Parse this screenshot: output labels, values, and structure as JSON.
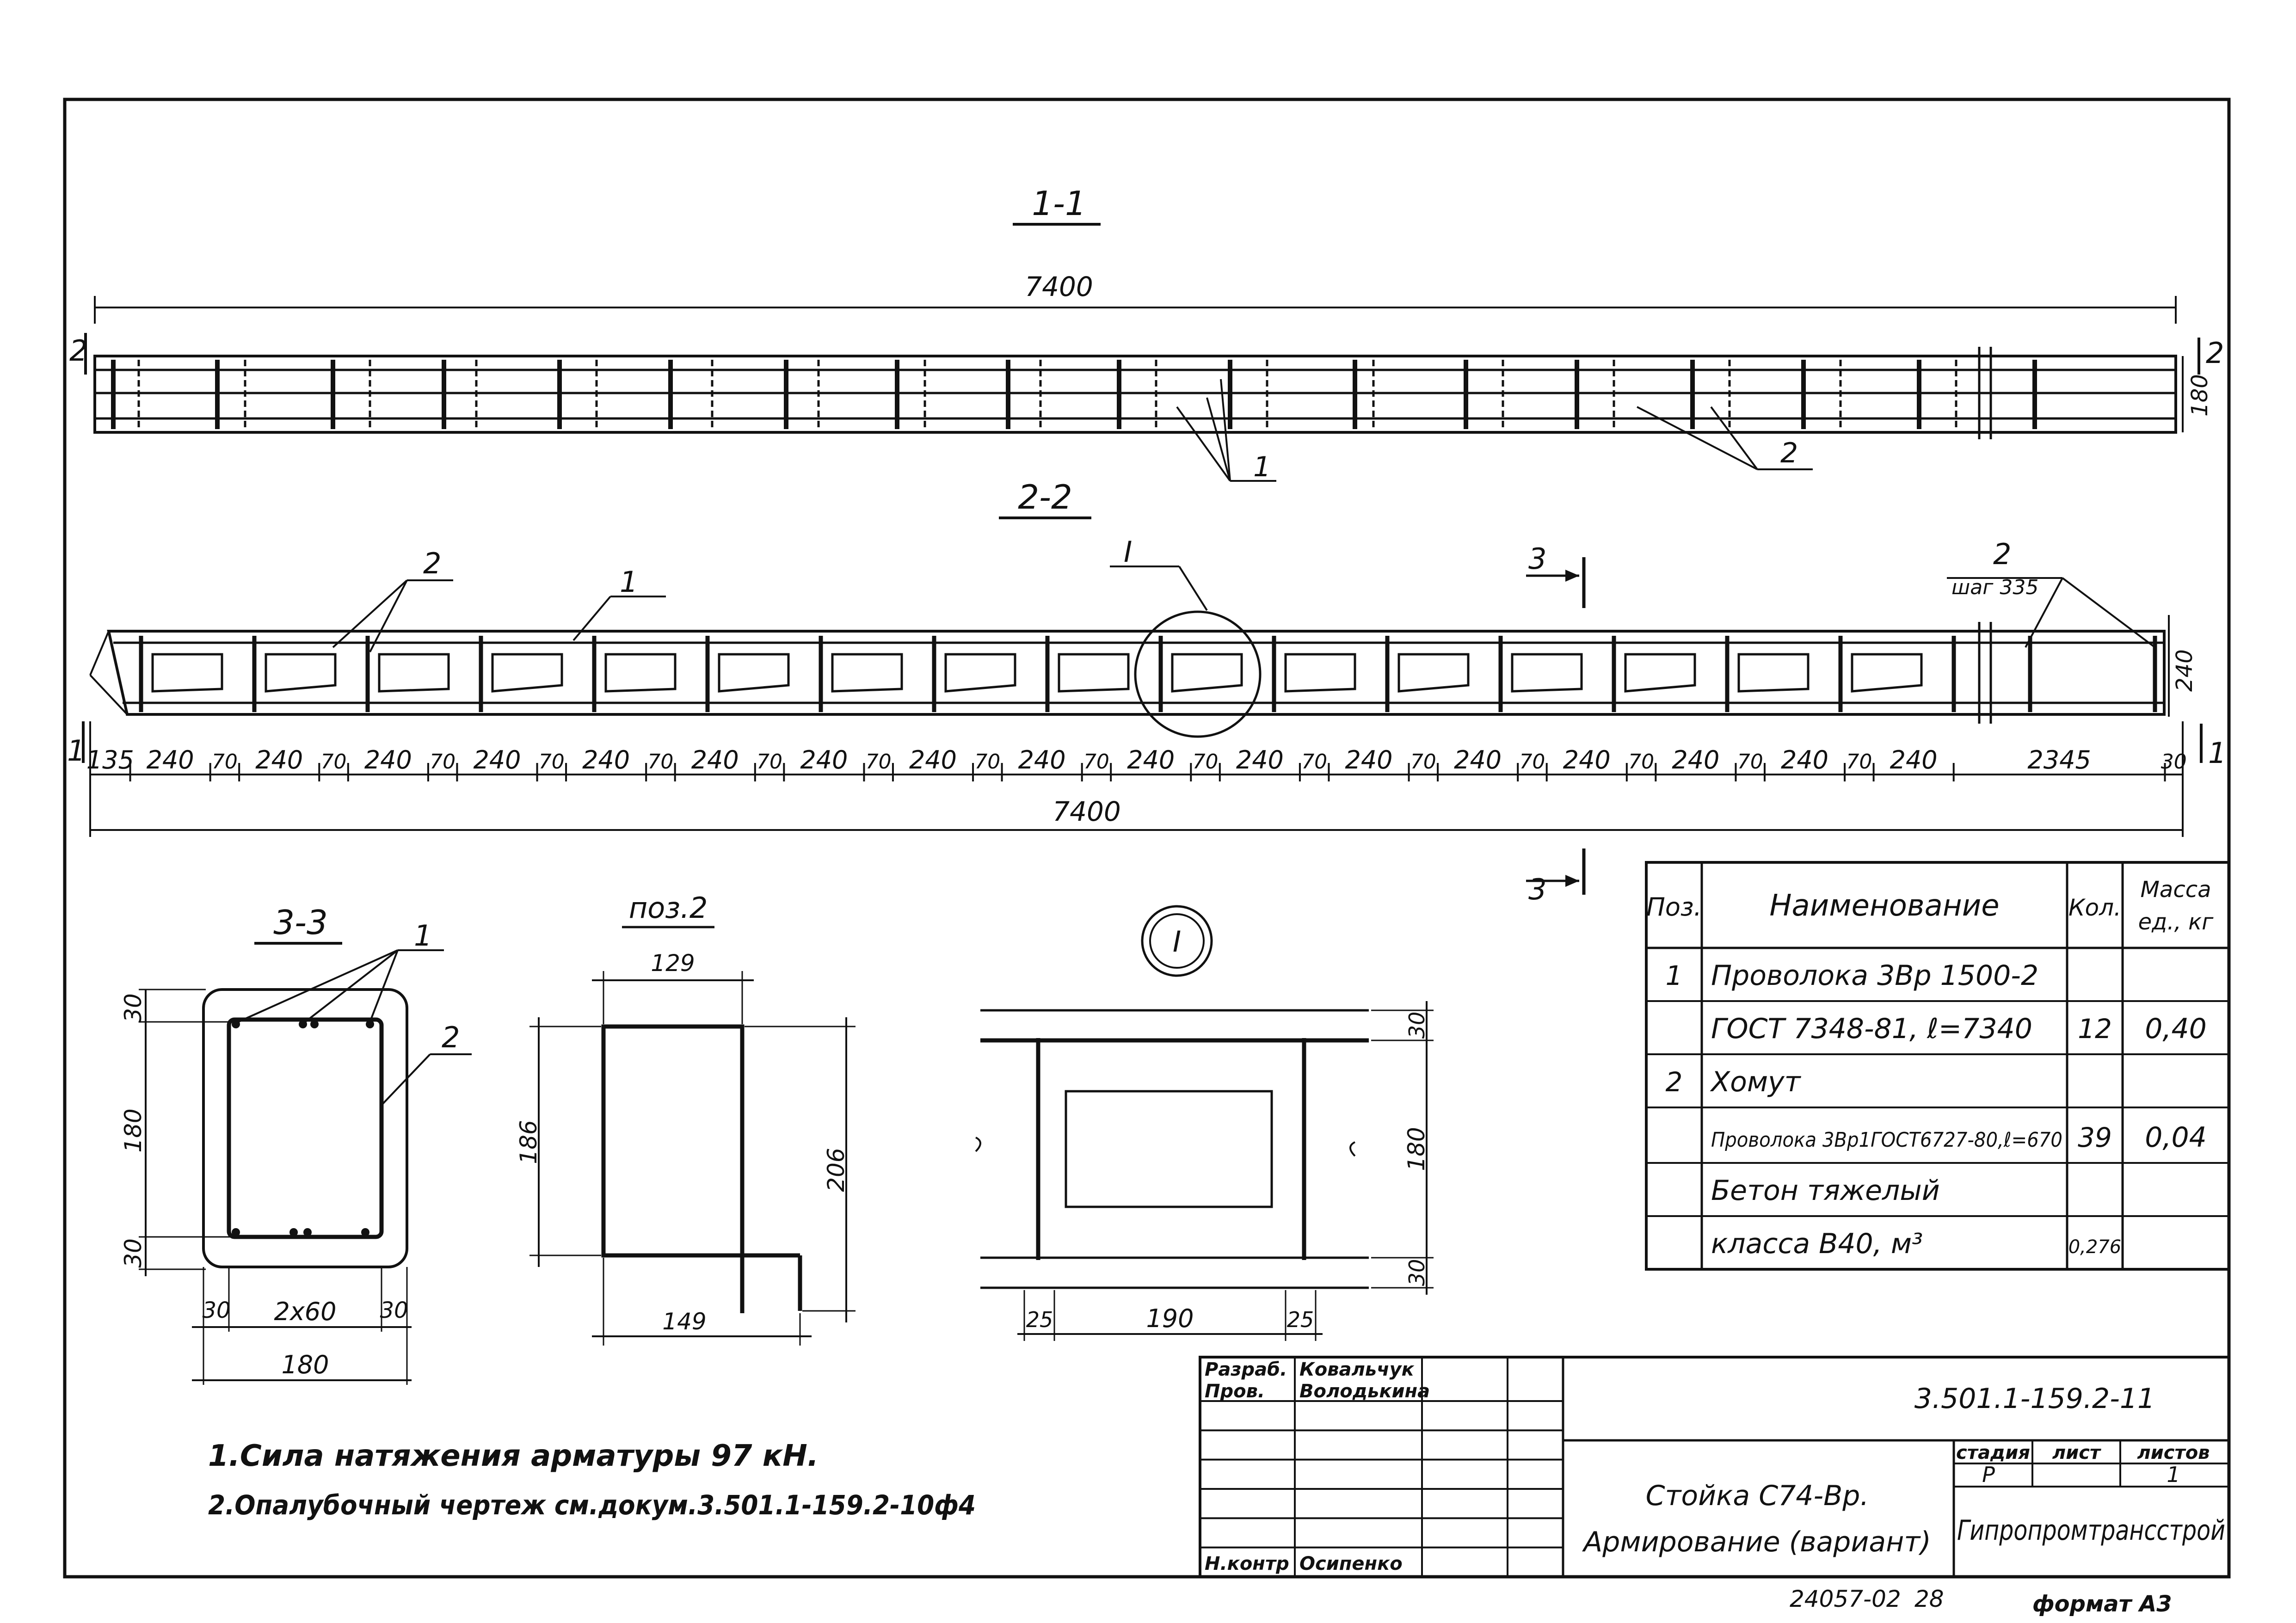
{
  "sections": {
    "s11": {
      "title": "1-1",
      "length": "7400",
      "left_mark": "2",
      "right_mark": "2",
      "height_dim": "180",
      "pos1": "1",
      "pos2": "2"
    },
    "s22": {
      "title": "2-2",
      "pos1": "1",
      "pos2": "2",
      "pos2_right": "2",
      "pos2_right_sub": "шаг 335",
      "node": "I",
      "cut3": "3",
      "cut3_bottom": "3",
      "left_mark": "1",
      "right_mark": "1",
      "height_dim": "240",
      "dims": [
        "135",
        "240",
        "70",
        "240",
        "70",
        "240",
        "70",
        "240",
        "70",
        "240",
        "70",
        "240",
        "70",
        "240",
        "70",
        "240",
        "70",
        "240",
        "70",
        "240",
        "70",
        "240",
        "70",
        "240",
        "70",
        "240",
        "70",
        "240",
        "70",
        "240",
        "70",
        "240",
        "70",
        "240",
        "2345",
        "30"
      ],
      "length": "7400"
    },
    "s33": {
      "title": "3-3",
      "pos1": "1",
      "pos2": "2",
      "d30a": "30",
      "d180": "180",
      "d30b": "30",
      "b30a": "30",
      "b2x60": "2х60",
      "b30b": "30",
      "b180": "180"
    },
    "pos2": {
      "title": "поз.2",
      "top": "129",
      "left": "186",
      "right": "206",
      "bottom": "149"
    },
    "node": {
      "label": "I",
      "d30a": "30",
      "d180": "180",
      "d30b": "30",
      "b25a": "25",
      "b190": "190",
      "b25b": "25"
    }
  },
  "spec": {
    "headers": [
      "Поз.",
      "Наименование",
      "Кол.",
      "Масса ед., кг"
    ],
    "rows": [
      [
        "1",
        "Проволока 3Вр 1500-2",
        "",
        ""
      ],
      [
        "",
        "ГОСТ 7348-81, ℓ=7340",
        "12",
        "0,40"
      ],
      [
        "2",
        "Хомут",
        "",
        ""
      ],
      [
        "",
        "Проволока 3Вр1ГОСТ6727-80,ℓ=670",
        "39",
        "0,04"
      ],
      [
        "",
        "Бетон тяжелый",
        "",
        ""
      ],
      [
        "",
        "класса В40, м³",
        "0,276",
        ""
      ]
    ]
  },
  "notes": [
    "1.Сила натяжения арматуры 97 кН.",
    "2.Опалубочный чертеж см.докум.3.501.1-159.2-10ф4"
  ],
  "title_block": {
    "roles": [
      "Разраб.",
      "Пров.",
      "",
      "",
      "",
      "",
      "Н.контр"
    ],
    "names": [
      "Ковальчук",
      "Володькина",
      "",
      "",
      "",
      "",
      "Осипенко"
    ],
    "doc_code": "3.501.1-159.2-11",
    "title_line1": "Стойка С74-Вр.",
    "title_line2": "Армирование (вариант)",
    "stage_label": "стадия",
    "sheet_label": "лист",
    "sheets_label": "листов",
    "stage": "Р",
    "sheet": "",
    "sheets": "1",
    "org": "Гипропромтрансстрой"
  },
  "footer": {
    "inv": "24057-02",
    "page": "28",
    "format": "формат А3"
  }
}
